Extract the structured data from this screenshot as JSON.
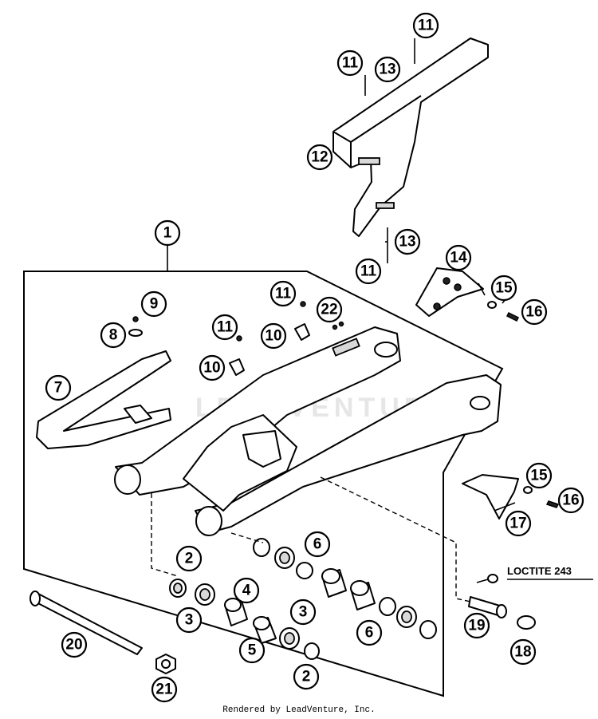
{
  "watermark": "LEADVENTURE",
  "note": "LOCTITE 243",
  "footer": "Rendered by LeadVenture, Inc.",
  "callouts": {
    "c1": "1",
    "c2a": "2",
    "c2b": "2",
    "c3a": "3",
    "c3b": "3",
    "c4": "4",
    "c5": "5",
    "c6a": "6",
    "c6b": "6",
    "c7": "7",
    "c8": "8",
    "c9": "9",
    "c10a": "10",
    "c10b": "10",
    "c11a": "11",
    "c11b": "11",
    "c11c": "11",
    "c11d": "11",
    "c11e": "11",
    "c12": "12",
    "c13a": "13",
    "c13b": "13",
    "c14": "14",
    "c15a": "15",
    "c15b": "15",
    "c16a": "16",
    "c16b": "16",
    "c17": "17",
    "c18": "18",
    "c19": "19",
    "c20": "20",
    "c21": "21",
    "c22": "22"
  }
}
